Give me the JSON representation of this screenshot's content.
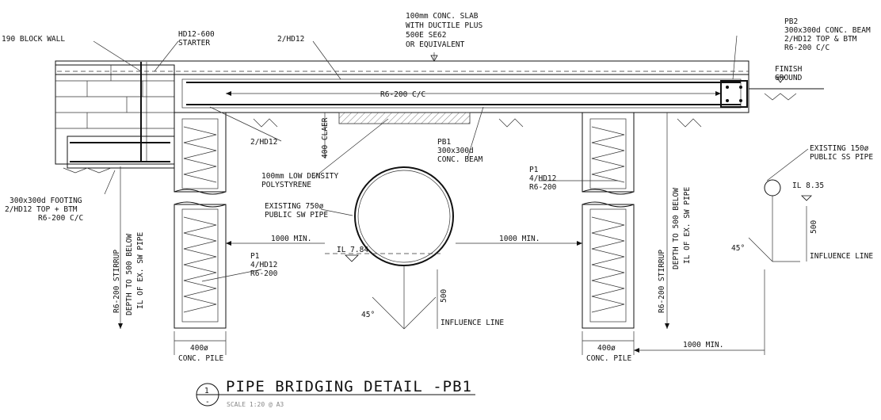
{
  "labels": {
    "block_wall": "190 BLOCK WALL",
    "starter_1": "HD12-600",
    "starter_2": "STARTER",
    "hd12_top": "2/HD12",
    "slab_1": "100mm CONC. SLAB",
    "slab_2": "WITH DUCTILE PLUS",
    "slab_3": "500E SE62",
    "slab_4": "OR EQUIVALENT",
    "pb2_1": "PB2",
    "pb2_2": "300x300d CONC. BEAM",
    "pb2_3": "2/HD12 TOP & BTM",
    "pb2_4": "R6-200 C/C",
    "finish_1": "FINISH",
    "finish_2": "GROUND",
    "r6_stirrup": "R6-200 C/C",
    "hd12_btm": "2/HD12",
    "clear_400": "400 CLAER",
    "pb1_1": "PB1",
    "pb1_2": "300x300d",
    "pb1_3": "CONC. BEAM",
    "poly_1": "100mm LOW DENSITY",
    "poly_2": "POLYSTYRENE",
    "footing_1": "300x300d FOOTING",
    "footing_2": "2/HD12 TOP + BTM",
    "footing_3": "R6-200 C/C",
    "sw_1": "EXISTING 750ø",
    "sw_2": "PUBLIC SW PIPE",
    "p1_left_1": "P1",
    "p1_left_2": "4/HD12",
    "p1_left_3": "R6-200",
    "p1_right_1": "P1",
    "p1_right_2": "4/HD12",
    "p1_right_3": "R6-200",
    "stirrup_left": "R6-200 STIRRUP",
    "depth_left_1": "DEPTH TO 500 BELOW",
    "depth_left_2": "IL OF EX. SW PIPE",
    "stirrup_right": "R6-200 STIRRUP",
    "depth_right_1": "DEPTH TO 500 BELOW",
    "depth_right_2": "IL OF EX. SW PIPE",
    "min_left": "1000 MIN.",
    "min_right": "1000 MIN.",
    "min_far": "1000 MIN.",
    "il_sw": "IL 7.84",
    "il_ss": "IL 8.35",
    "ss_1": "EXISTING 150ø",
    "ss_2": "PUBLIC SS PIPE",
    "dim_500_a": "500",
    "dim_500_b": "500",
    "influence_1": "INFLUENCE LINE",
    "influence_2": "INFLUENCE LINE",
    "angle_1": "45°",
    "angle_2": "45°",
    "pile_dia_1": "400ø",
    "pile_1": "CONC. PILE",
    "pile_dia_2": "400ø",
    "pile_2": "CONC. PILE"
  },
  "title": {
    "number": "1",
    "sheet": "-",
    "text": "PIPE BRIDGING DETAIL -PB1",
    "scale": "SCALE 1:20 @ A3"
  }
}
